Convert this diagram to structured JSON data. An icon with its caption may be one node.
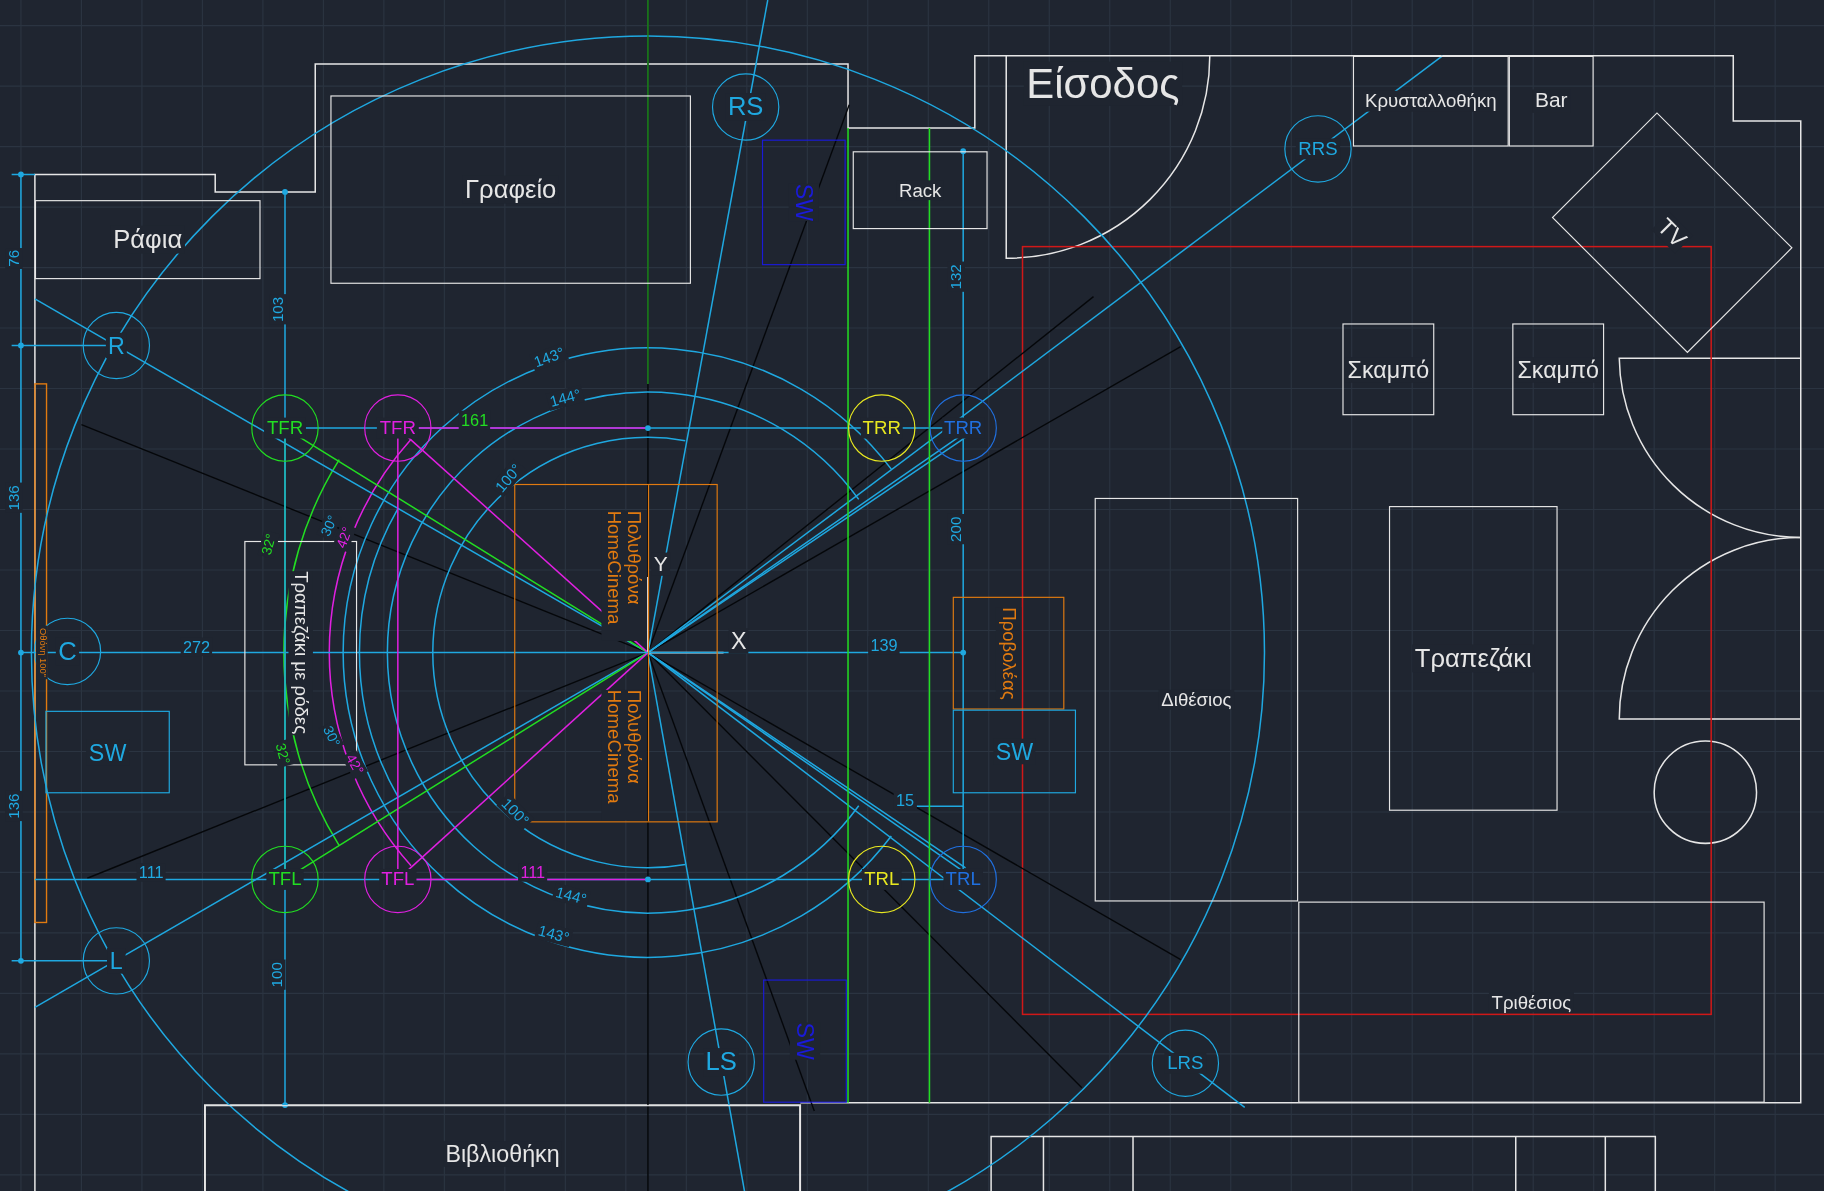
{
  "diagram": {
    "nodes": [
      {
        "text": [
          "Γραφείο"
        ]
      },
      {
        "text": [
          "Ράφια"
        ]
      },
      {
        "text": [
          "RS"
        ]
      },
      {
        "text": [
          "SW"
        ]
      },
      {
        "text": [
          "Rack"
        ]
      },
      {
        "text": [
          "Κρυσταλλοθήκη"
        ]
      },
      {
        "text": [
          "Bar"
        ]
      },
      {
        "text": [
          "RRS"
        ]
      },
      {
        "text": [
          "TV"
        ]
      },
      {
        "text": [
          "R"
        ]
      },
      {
        "text": [
          "TFR"
        ]
      },
      {
        "text": [
          "TFR"
        ]
      },
      {
        "text": [
          "TRR"
        ]
      },
      {
        "text": [
          "TRR"
        ]
      },
      {
        "text": [
          "Σκαμπό"
        ]
      },
      {
        "text": [
          "Σκαμπό"
        ]
      },
      {
        "text": [
          "Διθέσιος"
        ]
      },
      {
        "text": [
          "Τραπεζάκι"
        ]
      },
      {
        "text": [
          "Τραπεζάκι με ρόδες"
        ]
      },
      {
        "text": [
          "Πολυθρόνα HomeCinema",
          "Πολυθρόνα HomeCinema"
        ]
      },
      {
        "text": [
          "C"
        ]
      },
      {
        "text": [
          "Προβολέας"
        ]
      },
      {
        "text": [
          "SW"
        ]
      },
      {
        "text": [
          "SW"
        ]
      },
      {
        "text": [
          "TFL"
        ]
      },
      {
        "text": [
          "TFL"
        ]
      },
      {
        "text": [
          "TRL"
        ]
      },
      {
        "text": [
          "TRL"
        ]
      },
      {
        "text": [
          "L"
        ]
      },
      {
        "text": [
          "Τριθέσιος"
        ]
      },
      {
        "text": [
          "LS"
        ]
      },
      {
        "text": [
          "SW"
        ]
      },
      {
        "text": [
          "LRS"
        ]
      },
      {
        "text": [
          "Βιβλιοθήκη"
        ]
      }
    ],
    "labels": [
      "Είσοδος",
      "76",
      "136",
      "136",
      "103",
      "100",
      "Οθόνη 100''",
      "272",
      "161",
      "111",
      "111",
      "132",
      "200",
      "139",
      "15",
      "143°",
      "144°",
      "100°",
      "30°",
      "42°",
      "32°",
      "30°",
      "42°",
      "32°",
      "100°",
      "144°",
      "143°",
      "Y",
      "X"
    ]
  }
}
